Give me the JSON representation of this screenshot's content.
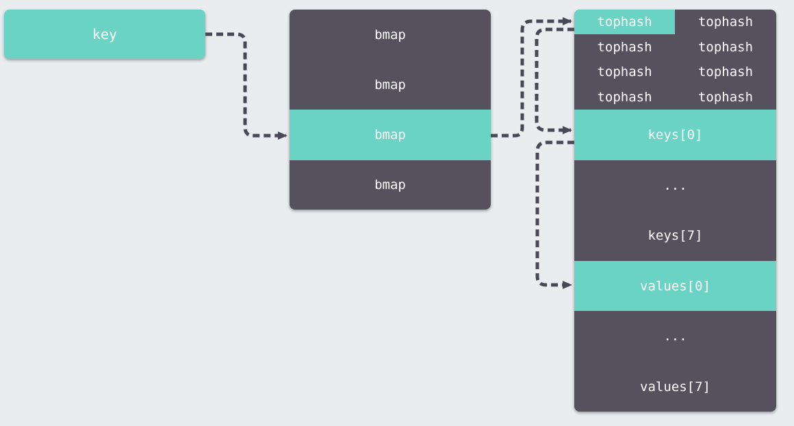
{
  "key": {
    "label": "key"
  },
  "buckets": {
    "labels": [
      "bmap",
      "bmap",
      "bmap",
      "bmap"
    ],
    "highlighted_index": 2
  },
  "bmap": {
    "tophash": [
      "tophash",
      "tophash",
      "tophash",
      "tophash",
      "tophash",
      "tophash",
      "tophash",
      "tophash"
    ],
    "highlighted_tophash_index": 0,
    "slots": [
      "keys[0]",
      "...",
      "keys[7]",
      "values[0]",
      "...",
      "values[7]"
    ],
    "highlighted_slots": [
      0,
      3
    ]
  },
  "colors": {
    "background": "#e9edf0",
    "highlight": "#6ad3c4",
    "panel": "#55525e",
    "arrow": "#4a4854",
    "text": "#ffffff"
  }
}
